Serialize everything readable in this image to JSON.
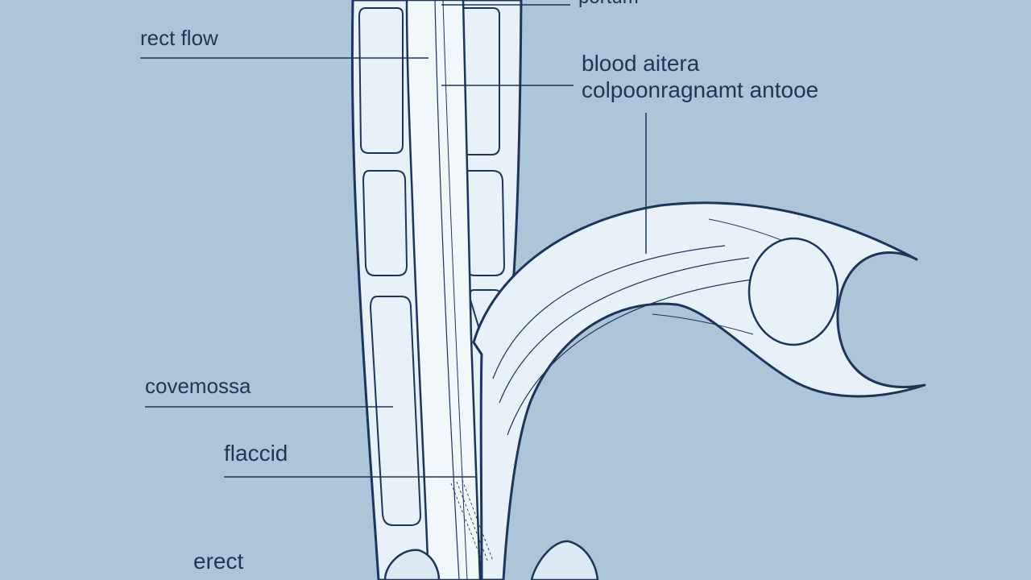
{
  "colors": {
    "background": "#adc5d8",
    "outline": "#1c355c",
    "fill": "#e9f1f8",
    "fill_alt": "#dce8f2",
    "text": "#1f3658"
  },
  "labels": {
    "top": "portum",
    "rect_flow": "rect flow",
    "blood": "blood aitera",
    "corp": "colpoonragnamt antooe",
    "cove": "covemossa",
    "flaccid": "flaccid",
    "erect": "erect"
  }
}
